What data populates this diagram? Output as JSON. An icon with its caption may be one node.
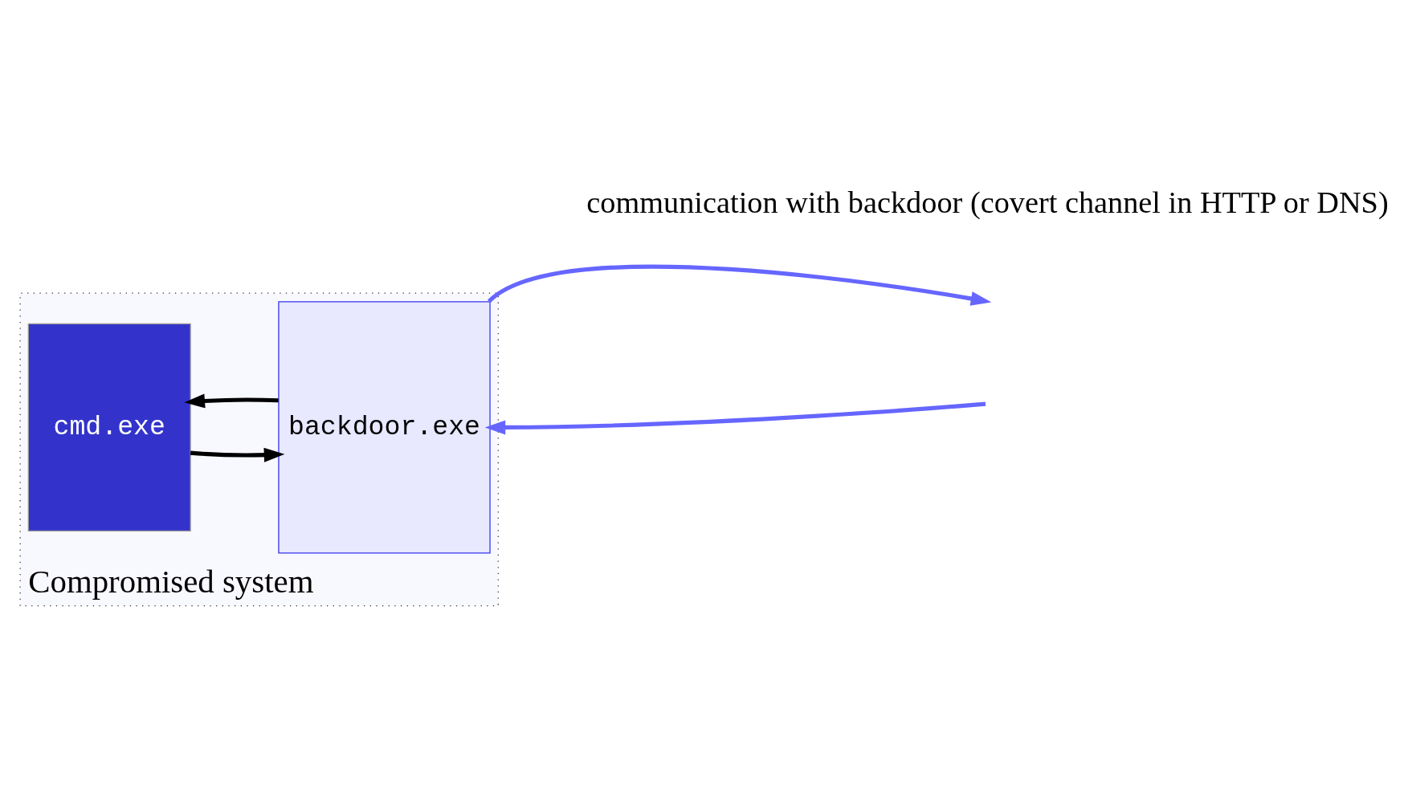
{
  "diagram": {
    "nodes": [
      {
        "text": [
          "Compromised system"
        ]
      },
      {
        "text": [
          "cmd.exe"
        ],
        "in": 0
      },
      {
        "text": [
          "backdoor.exe"
        ],
        "in": 0
      }
    ],
    "edges": [
      {
        "from": 2,
        "to": 1,
        "arrow": "to"
      },
      {
        "from": 1,
        "to": 2,
        "arrow": "to"
      },
      {
        "from": 2,
        "to": null,
        "arrow": "to",
        "color": "#6666ff"
      },
      {
        "from": null,
        "to": 2,
        "arrow": "to",
        "color": "#6666ff"
      }
    ],
    "labels": [
      "communication with backdoor (covert channel in HTTP or DNS)"
    ]
  }
}
